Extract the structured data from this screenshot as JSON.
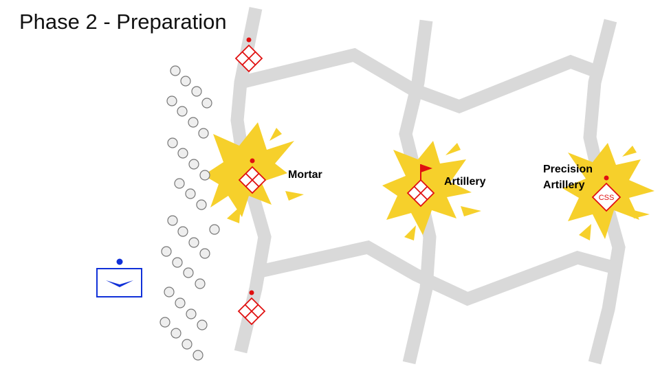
{
  "slide": {
    "title": "Phase 2 - Preparation"
  },
  "labels": {
    "mortar": "Mortar",
    "artillery": "Artillery",
    "precision_line1": "Precision",
    "precision_line2": "Artillery",
    "css": "CSS"
  },
  "colors": {
    "road": "#d9d9d9",
    "blast": "#f6d02b",
    "enemy": "#e01010",
    "friendly": "#1030d8",
    "soldier_fill": "#eeeeee",
    "soldier_stroke": "#777777"
  },
  "icons": {
    "enemy_unit": "enemy-unit-diamond-icon",
    "friendly_unit": "friendly-unit-icon",
    "flag": "red-flag-icon",
    "blast": "explosion-icon"
  }
}
